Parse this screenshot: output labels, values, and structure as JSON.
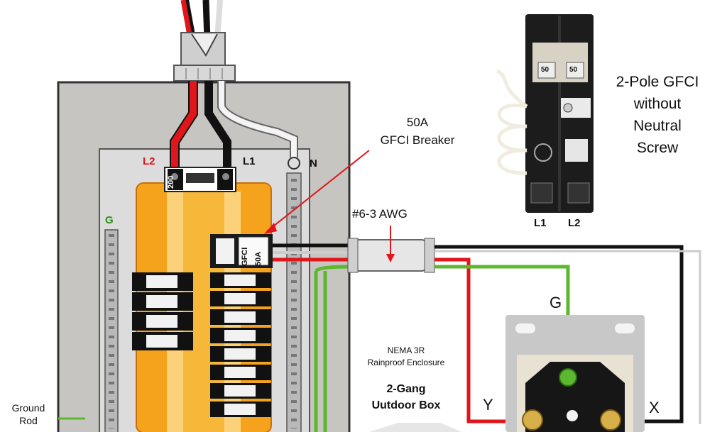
{
  "panel": {
    "l2": "L2",
    "l1": "L1",
    "neutral": "N",
    "ground": "G",
    "main_rating": "200"
  },
  "breaker_callout": {
    "line1": "50A",
    "line2": "GFCI Breaker"
  },
  "breaker_face": {
    "text": "GFCI",
    "rating": "50A"
  },
  "cable_label": "#6-3 AWG",
  "gfci_side": {
    "line1": "2-Pole GFCI",
    "line2": "without",
    "line3": "Neutral",
    "line4": "Screw",
    "pole1": "L1",
    "pole2": "L2",
    "rating1": "50",
    "rating2": "50"
  },
  "enclosure": {
    "line1": "NEMA 3R",
    "line2": "Rainproof Enclosure",
    "line3": "2-Gang",
    "line4": "Uutdoor Box"
  },
  "outlet": {
    "g": "G",
    "y": "Y",
    "x": "X"
  },
  "ground_rod": {
    "line1": "Ground",
    "line2": "Rod"
  },
  "colors": {
    "hot_red": "#e0161b",
    "hot_black": "#111111",
    "neutral_white": "#f4f4f4",
    "ground_green": "#5cb82e",
    "busbar_orange": "#f5a21c",
    "panel_gray": "#c7c5c1"
  }
}
